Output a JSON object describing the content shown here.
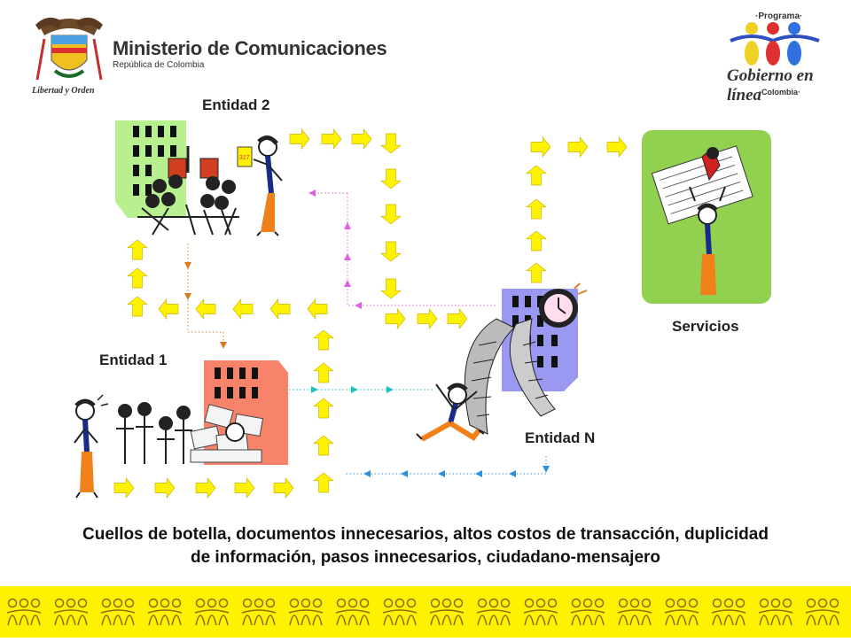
{
  "header": {
    "ministry_title": "Ministerio de Comunicaciones",
    "ministry_subtitle": "República de Colombia",
    "motto": "Libertad y Orden",
    "program_top": "·Programa·",
    "program_name": "Gobierno en línea",
    "program_bottom": "·Colombia·"
  },
  "labels": {
    "entidad2": "Entidad 2",
    "entidad1": "Entidad 1",
    "entidadN": "Entidad N",
    "servicios": "Servicios",
    "clock_number": "317"
  },
  "caption": {
    "line1": "Cuellos de botella, documentos innecesarios, altos costos de transacción, duplicidad",
    "line2": "de información, pasos innecesarios, ciudadano-mensajero"
  },
  "colors": {
    "arrow_yellow": "#fff200",
    "entidad2_building": "#b8f090",
    "entidad1_building": "#f7836b",
    "entidadN_building": "#9a98f0",
    "servicios_panel": "#92d050",
    "dotted_pink": "#e060e0",
    "dotted_orange": "#e07820",
    "dotted_blue": "#3090e0",
    "dotted_cyan": "#20c0c0"
  }
}
